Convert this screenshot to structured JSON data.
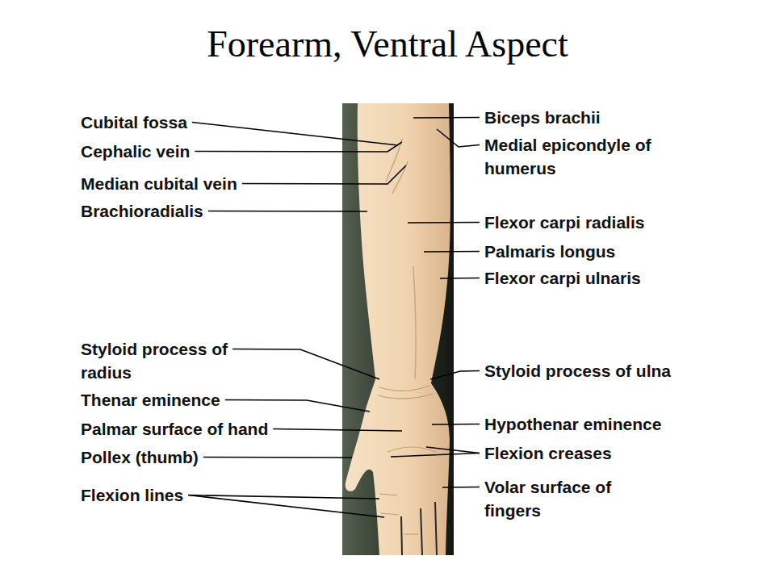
{
  "diagram": {
    "title": "Forearm, Ventral Aspect",
    "labels": [
      "Cubital fossa",
      "Cephalic vein",
      "Median cubital vein",
      "Brachioradialis",
      "Styloid process of radius",
      "Thenar eminence",
      "Palmar surface of hand",
      "Pollex (thumb)",
      "Flexion lines",
      "Biceps brachii",
      "Medial epicondyle of humerus",
      "Flexor carpi radialis",
      "Palmaris longus",
      "Flexor carpi ulnaris",
      "Styloid process of ulna",
      "Hypothenar eminence",
      "Flexion creases",
      "Volar surface of fingers"
    ]
  }
}
